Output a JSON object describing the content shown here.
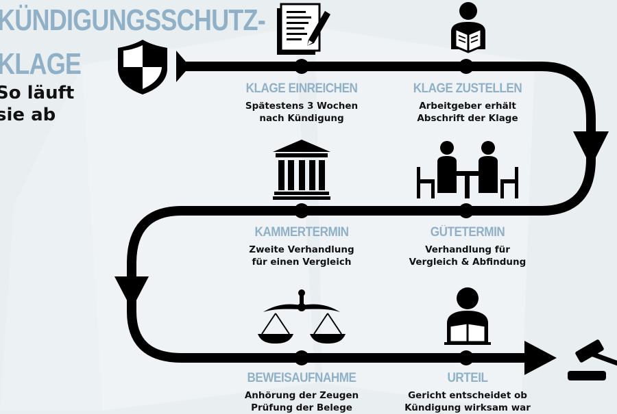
{
  "title_lines": [
    "KÜNDIGUNGSSCHUTZ-",
    "KLAGE"
  ],
  "subtitle_lines": [
    "So läuft",
    "sie ab"
  ],
  "steps": [
    {
      "title": "KLAGE EINREICHEN",
      "desc": [
        "Spätestens 3 Wochen",
        "nach Kündigung"
      ],
      "icon": "document-pen-icon"
    },
    {
      "title": "KLAGE ZUSTELLEN",
      "desc": [
        "Arbeitgeber erhält",
        "Abschrift der Klage"
      ],
      "icon": "person-reading-icon"
    },
    {
      "title": "GÜTETERMIN",
      "desc": [
        "Verhandlung für",
        "Vergleich & Abfindung"
      ],
      "icon": "meeting-table-icon"
    },
    {
      "title": "KAMMERTERMIN",
      "desc": [
        "Zweite  Verhandlung",
        "für einen Vergleich"
      ],
      "icon": "courthouse-icon"
    },
    {
      "title": "BEWEISAUFNAHME",
      "desc": [
        "Anhörung der Zeugen",
        "Prüfung der Belege"
      ],
      "icon": "scales-icon"
    },
    {
      "title": "URTEIL",
      "desc": [
        "Gericht entscheidet ob",
        "Kündigung wirksam war"
      ],
      "icon": "judge-icon"
    }
  ],
  "colors": {
    "accent": "#8fb0c6",
    "text": "#111111",
    "background": "#e9eef1"
  },
  "icons": [
    "shield-icon",
    "gavel-icon"
  ]
}
